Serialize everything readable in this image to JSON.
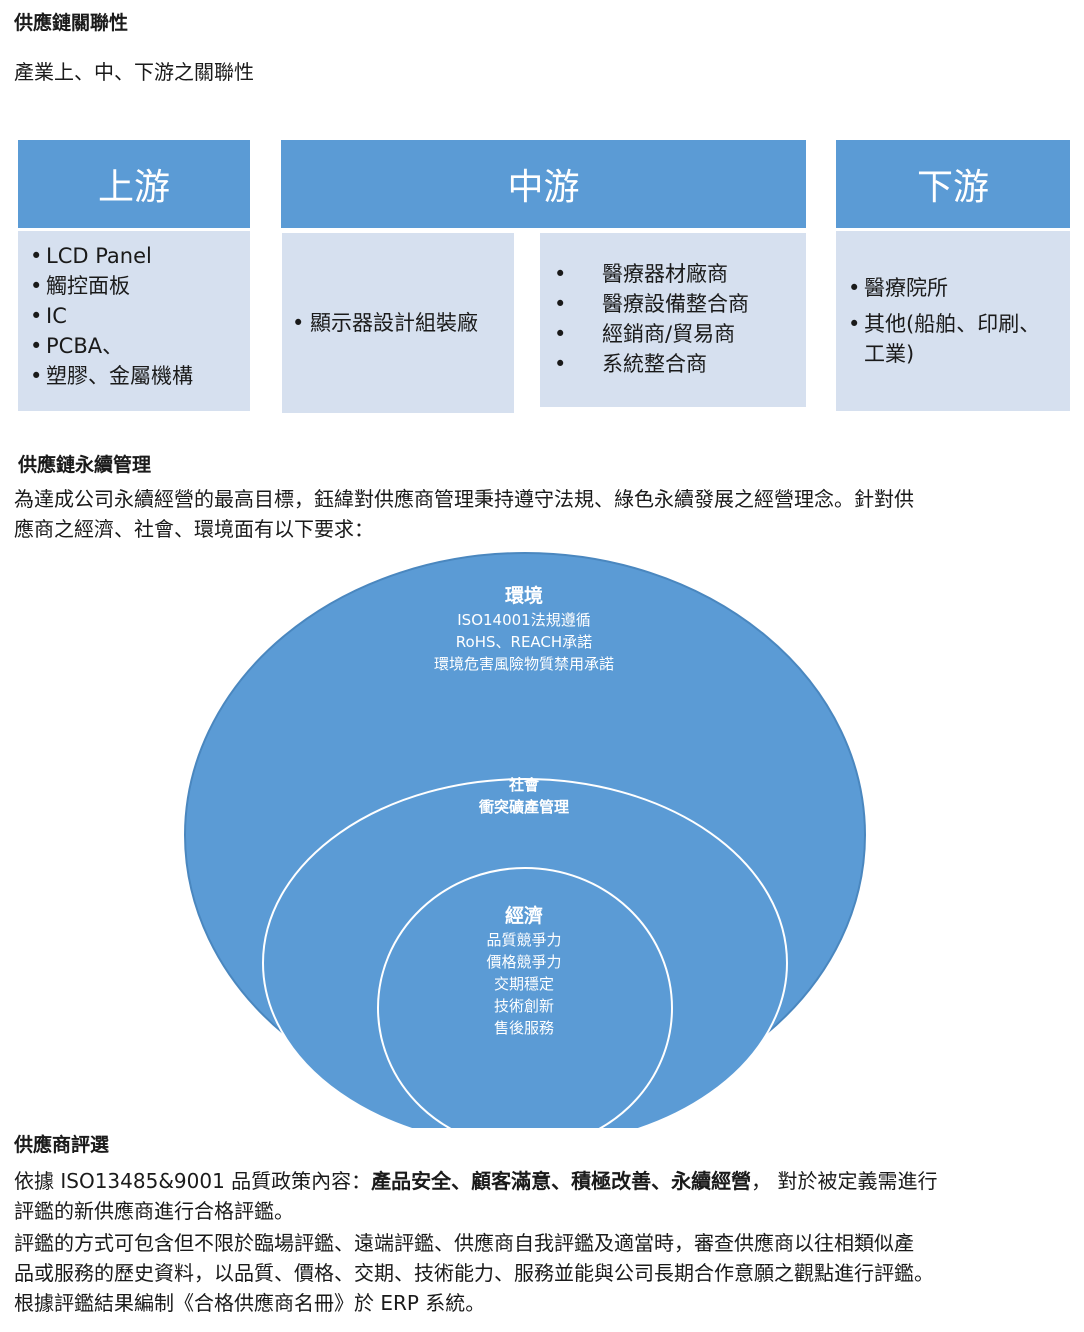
{
  "sec1": {
    "title": "供應鏈關聯性",
    "subtitle": "產業上、中、下游之關聯性"
  },
  "chain": {
    "upstream": {
      "label": "上游",
      "items": [
        "LCD Panel",
        "觸控面板",
        "IC",
        "PCBA、",
        "塑膠、金屬機構"
      ]
    },
    "midstream": {
      "label": "中游",
      "left_items": [
        "顯示器設計組裝廠"
      ],
      "right_items": [
        "醫療器材廠商",
        "醫療設備整合商",
        "經銷商/貿易商",
        "系統整合商"
      ]
    },
    "downstream": {
      "label": "下游",
      "items": [
        "醫療院所",
        "其他(船舶、印刷、",
        "工業)"
      ]
    }
  },
  "sec2": {
    "title": "供應鏈永續管理",
    "para_line1": "為達成公司永續經營的最高目標，鈺緯對供應商管理秉持遵守法規、綠色永續發展之經營理念。針對供",
    "para_line2": "應商之經濟、社會、環境面有以下要求："
  },
  "circles": {
    "outer": {
      "title": "環境",
      "lines": [
        "ISO14001法規遵循",
        "RoHS、REACH承諾",
        "環境危害風險物質禁用承諾"
      ]
    },
    "middle": {
      "title": "社會",
      "lines": [
        "衝突礦產管理"
      ]
    },
    "inner": {
      "title": "經濟",
      "lines": [
        "品質競爭力",
        "價格競爭力",
        "交期穩定",
        "技術創新",
        "售後服務"
      ]
    }
  },
  "colors": {
    "accent_blue": "#5b9bd5",
    "light_blue": "#d6e0ef"
  },
  "sec3": {
    "title": "供應商評選",
    "p1_prefix": "依據 ISO13485&9001 品質政策內容：",
    "p1_bold": "產品安全、顧客滿意、積極改善、永續經營",
    "p1_suffix": "， 對於被定義需進行",
    "p1_line2": "評鑑的新供應商進行合格評鑑。",
    "p2_line1": "評鑑的方式可包含但不限於臨場評鑑、遠端評鑑、供應商自我評鑑及適當時，審查供應商以往相類似產",
    "p2_line2": "品或服務的歷史資料，以品質、價格、交期、技術能力、服務並能與公司長期合作意願之觀點進行評鑑。",
    "p2_line3": "根據評鑑結果編制《合格供應商名冊》於 ERP 系統。"
  }
}
